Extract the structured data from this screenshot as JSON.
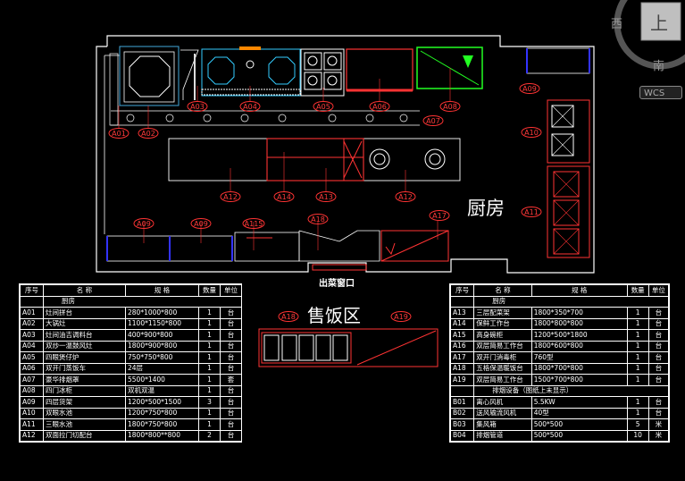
{
  "compass": {
    "top": "上",
    "west": "西",
    "south": "南",
    "wcs": "WCS"
  },
  "plan": {
    "kitchen_label": "厨房",
    "window_label": "出菜窗口",
    "serving_label": "售饭区",
    "tags": [
      "A01",
      "A02",
      "A03",
      "A04",
      "A05",
      "A06",
      "A07",
      "A08",
      "A09",
      "A10",
      "A11",
      "A12",
      "A14",
      "A13",
      "A12",
      "A09",
      "A09",
      "A115",
      "A18",
      "A17",
      "A18",
      "A19"
    ]
  },
  "table_left": {
    "headers": [
      "序号",
      "名 称",
      "规 格",
      "数量",
      "单位"
    ],
    "section": "厨房",
    "rows": [
      [
        "A01",
        "灶间拼台",
        "280*1000*800",
        "1",
        "台"
      ],
      [
        "A02",
        "大锅灶",
        "1100*1150*800",
        "1",
        "台"
      ],
      [
        "A03",
        "灶间油吉调料台",
        "400*900*800",
        "1",
        "台"
      ],
      [
        "A04",
        "双炒一温鼓风灶",
        "1800*900*800",
        "1",
        "台"
      ],
      [
        "A05",
        "四眼煲仔炉",
        "750*750*800",
        "1",
        "台"
      ],
      [
        "A06",
        "双开门蒸饭车",
        "24层",
        "1",
        "台"
      ],
      [
        "A07",
        "豪华排烟罩",
        "5500*1400",
        "1",
        "套"
      ],
      [
        "A08",
        "四门冰柜",
        "双机双温",
        "1",
        "台"
      ],
      [
        "A09",
        "四层货架",
        "1200*500*1500",
        "3",
        "台"
      ],
      [
        "A10",
        "双眼水池",
        "1200*750*800",
        "1",
        "台"
      ],
      [
        "A11",
        "三眼水池",
        "1800*750*800",
        "1",
        "台"
      ],
      [
        "A12",
        "双面拉门切配台",
        "1800*800**800",
        "2",
        "台"
      ]
    ]
  },
  "table_right": {
    "headers": [
      "序号",
      "名 称",
      "规 格",
      "数量",
      "单位"
    ],
    "section": "厨房",
    "rows": [
      [
        "A13",
        "三层配菜架",
        "1800*350*700",
        "1",
        "台"
      ],
      [
        "A14",
        "保鲜工作台",
        "1800*800*800",
        "1",
        "台"
      ],
      [
        "A15",
        "高身碗柜",
        "1200*500*1800",
        "1",
        "台"
      ],
      [
        "A16",
        "双层简易工作台",
        "1800*600*800",
        "1",
        "台"
      ],
      [
        "A17",
        "双开门消毒柜",
        "760型",
        "1",
        "台"
      ],
      [
        "A18",
        "五格保温暖饭台",
        "1800*700*800",
        "1",
        "台"
      ],
      [
        "A19",
        "双层简易工作台",
        "1500*700*800",
        "1",
        "台"
      ]
    ],
    "section2": "排烟设备（图纸上未显示）",
    "rows2": [
      [
        "B01",
        "离心风机",
        "5.5KW",
        "1",
        "台"
      ],
      [
        "B02",
        "送风输流风机",
        "40型",
        "1",
        "台"
      ],
      [
        "B03",
        "集风箱",
        "500*500",
        "5",
        "米"
      ],
      [
        "B04",
        "排烟管道",
        "500*500",
        "10",
        "米"
      ]
    ]
  }
}
